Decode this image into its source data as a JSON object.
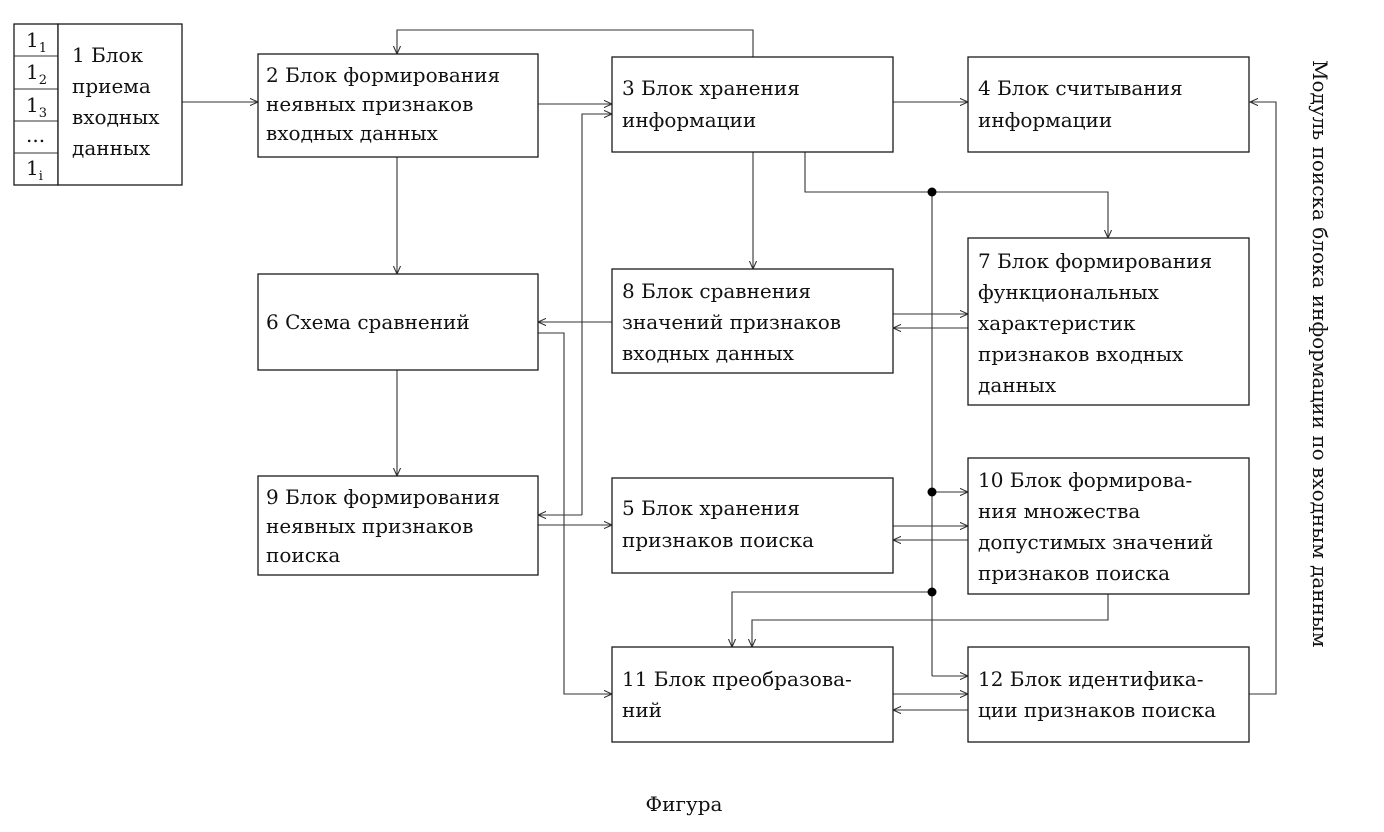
{
  "inputs": {
    "cells": [
      {
        "main": "1",
        "sub": "1"
      },
      {
        "main": "1",
        "sub": "2"
      },
      {
        "main": "1",
        "sub": "3"
      },
      {
        "main": "...",
        "sub": ""
      },
      {
        "main": "1",
        "sub": "i"
      }
    ]
  },
  "blocks": {
    "b1": [
      "1 Блок",
      "приема",
      "входных",
      "данных"
    ],
    "b2": [
      "2 Блок формирования",
      "неявных признаков",
      "входных данных"
    ],
    "b3": [
      "3 Блок хранения",
      "информации"
    ],
    "b4": [
      "4 Блок считывания",
      "информации"
    ],
    "b6": [
      "6 Схема сравнений"
    ],
    "b8": [
      "8 Блок сравнения",
      "значений признаков",
      "входных данных"
    ],
    "b7": [
      "7 Блок формирования",
      "функциональных",
      "характеристик",
      "признаков входных",
      "данных"
    ],
    "b9": [
      "9 Блок формирования",
      "неявных признаков",
      "поиска"
    ],
    "b5": [
      "5 Блок хранения",
      "признаков поиска"
    ],
    "b10": [
      "10 Блок формирова-",
      "ния множества",
      "допустимых значений",
      "признаков поиска"
    ],
    "b11": [
      "11 Блок преобразова-",
      "ний"
    ],
    "b12": [
      "12 Блок идентифика-",
      "ции признаков поиска"
    ]
  },
  "module_label": "Модуль поиска блока информации по входным данным",
  "caption": "Фигура"
}
